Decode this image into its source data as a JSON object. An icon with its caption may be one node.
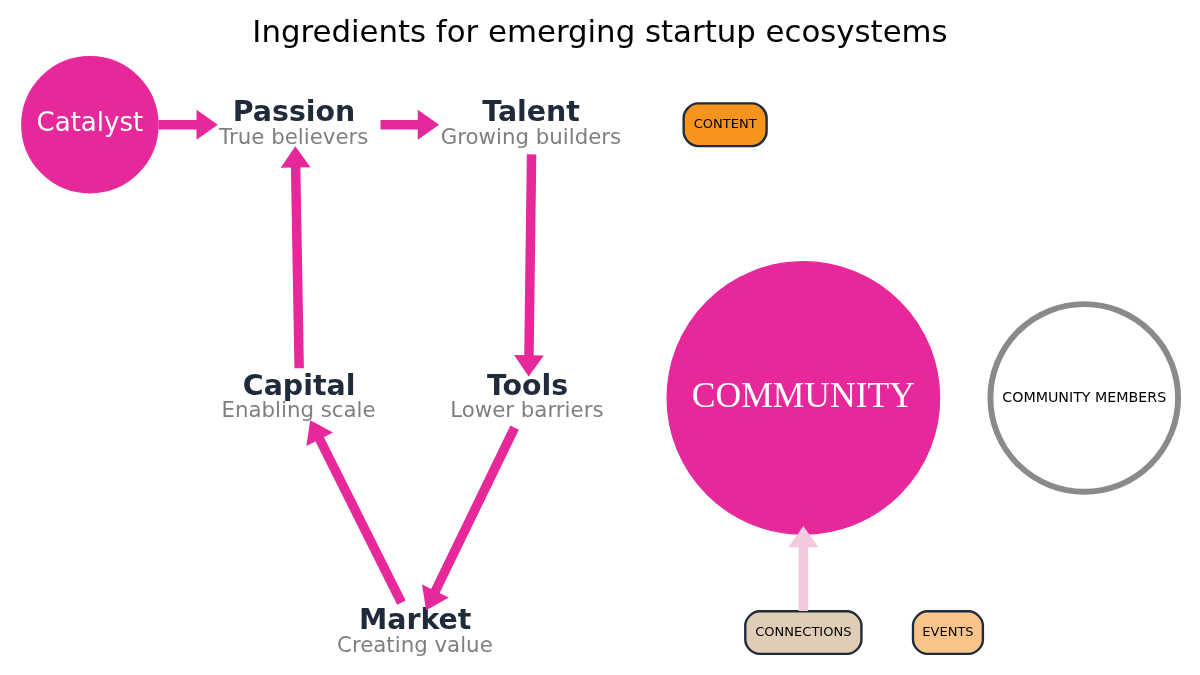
{
  "diagram": {
    "title": "Ingredients for emerging startup ecosystems",
    "nodes": [
      {
        "text": [
          "Catalyst"
        ]
      },
      {
        "text": [
          "Passion",
          "True believers"
        ]
      },
      {
        "text": [
          "Talent",
          "Growing builders"
        ]
      },
      {
        "text": [
          "COMMUNITY"
        ]
      },
      {
        "text": [
          "Capital",
          "Enabling scale"
        ]
      },
      {
        "text": [
          "Tools",
          "Lower barriers"
        ]
      },
      {
        "text": [
          "Market",
          "Creating value"
        ]
      },
      {
        "text": [
          "CONTENT"
        ]
      },
      {
        "text": [
          "COMMUNITY MEMBERS"
        ]
      },
      {
        "text": [
          "CONNECTIONS"
        ]
      },
      {
        "text": [
          "EVENTS"
        ]
      }
    ],
    "edges": [
      {
        "from": 0,
        "to": 1,
        "arrow": "to"
      },
      {
        "from": 1,
        "to": 2,
        "arrow": "to"
      },
      {
        "from": 2,
        "to": 5,
        "arrow": "to"
      },
      {
        "from": 5,
        "to": 6,
        "arrow": "to"
      },
      {
        "from": 6,
        "to": 4,
        "arrow": "to"
      },
      {
        "from": 4,
        "to": 1,
        "arrow": "to"
      },
      {
        "from": 9,
        "to": 3,
        "arrow": "to",
        "color": "#f2c9de"
      }
    ]
  }
}
